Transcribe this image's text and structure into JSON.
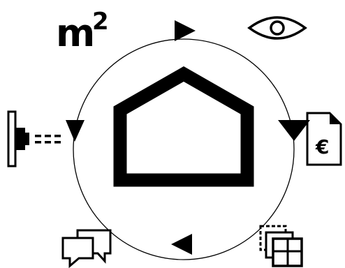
{
  "diagram": {
    "area_label": "m",
    "area_exponent": "2",
    "currency_symbol": "€",
    "stroke_color": "#000000",
    "background_color": "#ffffff",
    "cycle_direction": "clockwise",
    "icons": [
      "area-label",
      "eye-icon",
      "invoice-euro-icon",
      "floor-plans-icon",
      "speech-bubbles-icon",
      "meter-icon"
    ],
    "center_icon": "house-outline-icon",
    "arrows": [
      "arrow-top",
      "arrow-right",
      "arrow-bottom",
      "arrow-left"
    ]
  }
}
